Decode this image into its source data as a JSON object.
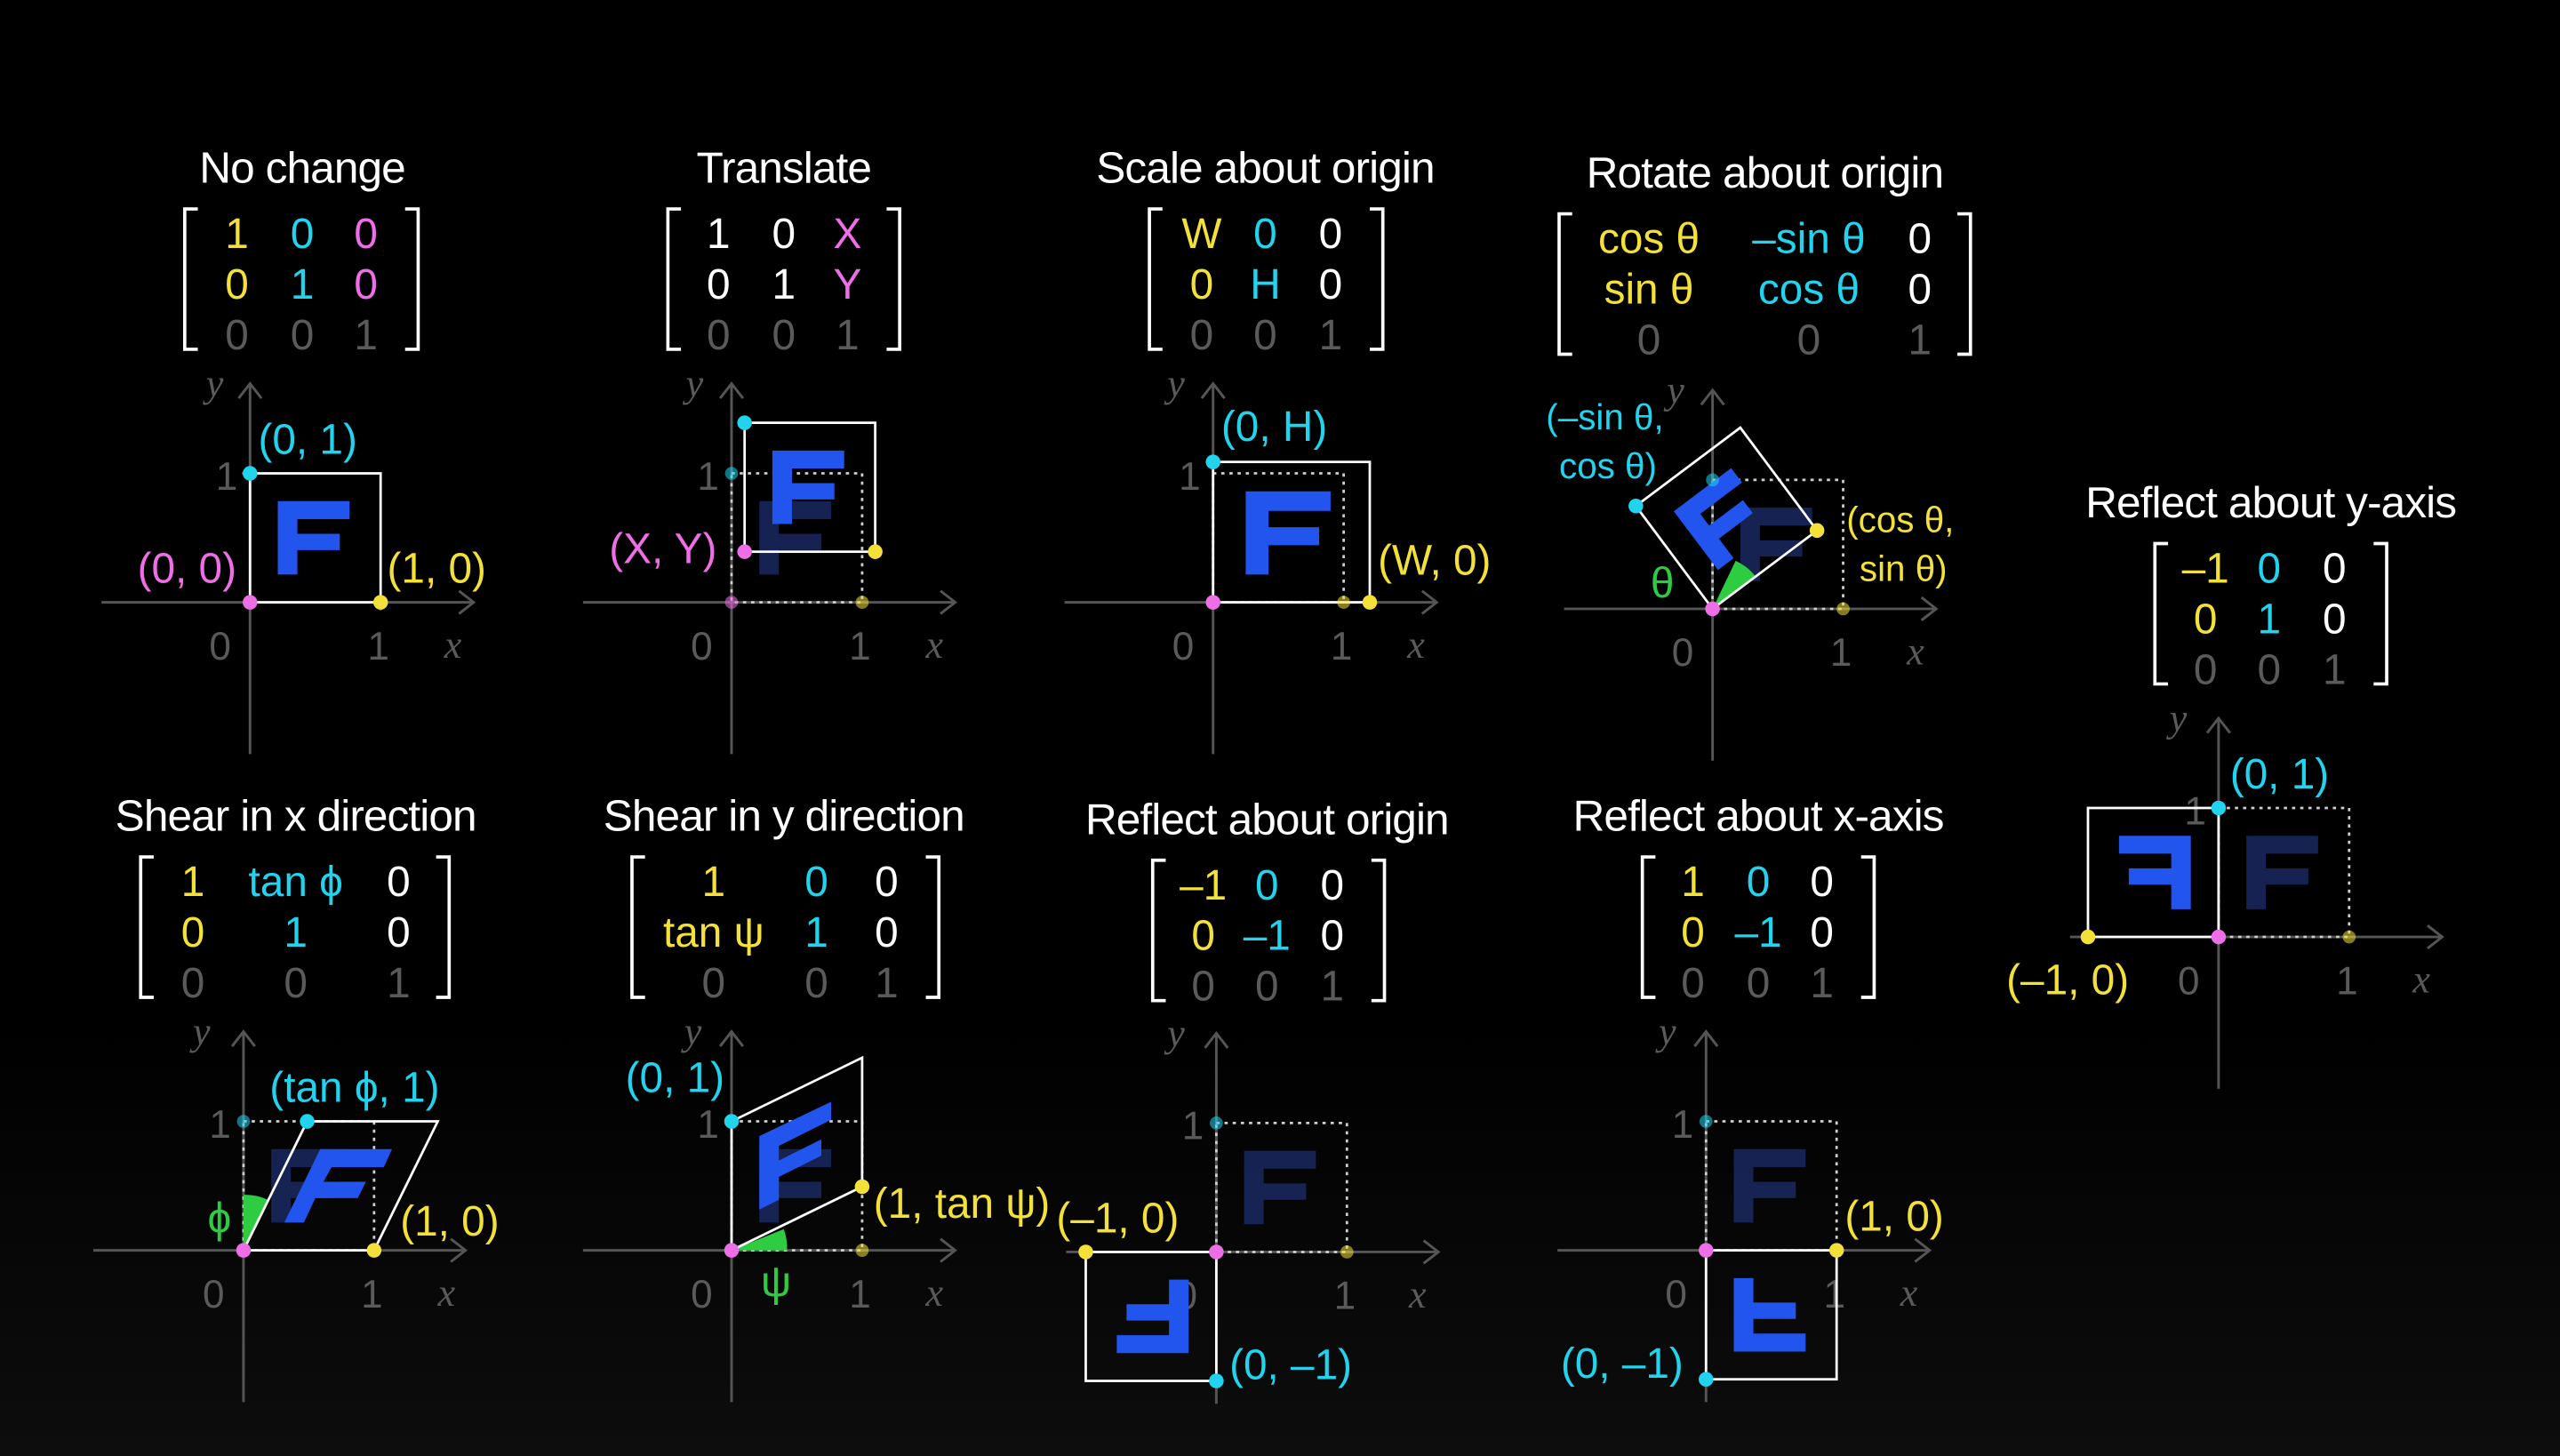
{
  "colors": {
    "background": "#000000",
    "text": "#ffffff",
    "yellow": "#f3e13a",
    "cyan": "#22d3ee",
    "magenta": "#ee6ee6",
    "green": "#2ecc40",
    "grey": "#5a5a5a",
    "blue": "#2255ee"
  },
  "panels": [
    {
      "title": "No change",
      "matrix": [
        [
          "1",
          "0",
          "0"
        ],
        [
          "0",
          "1",
          "0"
        ],
        [
          "0",
          "0",
          "1"
        ]
      ],
      "labels": [
        "(0, 1)",
        "(0, 0)",
        "(1, 0)"
      ],
      "tick_labels": [
        "1",
        "0",
        "1"
      ],
      "axis_labels": [
        "x",
        "y"
      ]
    },
    {
      "title": "Translate",
      "matrix": [
        [
          "1",
          "0",
          "X"
        ],
        [
          "0",
          "1",
          "Y"
        ],
        [
          "0",
          "0",
          "1"
        ]
      ],
      "labels": [
        "(X, Y)"
      ],
      "tick_labels": [
        "1",
        "0",
        "1"
      ],
      "axis_labels": [
        "x",
        "y"
      ]
    },
    {
      "title": "Scale about origin",
      "matrix": [
        [
          "W",
          "0",
          "0"
        ],
        [
          "0",
          "H",
          "0"
        ],
        [
          "0",
          "0",
          "1"
        ]
      ],
      "labels": [
        "(0, H)",
        "(W, 0)"
      ],
      "tick_labels": [
        "1",
        "0",
        "1"
      ],
      "axis_labels": [
        "x",
        "y"
      ]
    },
    {
      "title": "Rotate about origin",
      "matrix": [
        [
          "cos θ",
          "–sin θ",
          "0"
        ],
        [
          "sin θ",
          "cos θ",
          "0"
        ],
        [
          "0",
          "0",
          "1"
        ]
      ],
      "labels": [
        "(–sin θ,",
        "cos θ)",
        "(cos θ,",
        "sin θ)",
        "θ"
      ],
      "tick_labels": [
        "1",
        "0",
        "1"
      ],
      "axis_labels": [
        "x",
        "y"
      ]
    },
    {
      "title": "Reflect about y-axis",
      "matrix": [
        [
          "–1",
          "0",
          "0"
        ],
        [
          "0",
          "1",
          "0"
        ],
        [
          "0",
          "0",
          "1"
        ]
      ],
      "labels": [
        "(0, 1)",
        "(–1, 0)"
      ],
      "tick_labels": [
        "1",
        "0",
        "1"
      ],
      "axis_labels": [
        "x",
        "y"
      ]
    },
    {
      "title": "Shear in x direction",
      "matrix": [
        [
          "1",
          "tan ϕ",
          "0"
        ],
        [
          "0",
          "1",
          "0"
        ],
        [
          "0",
          "0",
          "1"
        ]
      ],
      "labels": [
        "(tan ϕ, 1)",
        "(1, 0)",
        "ϕ"
      ],
      "tick_labels": [
        "1",
        "0",
        "1"
      ],
      "axis_labels": [
        "x",
        "y"
      ]
    },
    {
      "title": "Shear in y direction",
      "matrix": [
        [
          "1",
          "0",
          "0"
        ],
        [
          "tan ψ",
          "1",
          "0"
        ],
        [
          "0",
          "0",
          "1"
        ]
      ],
      "labels": [
        "(0, 1)",
        "(1, tan ψ)",
        "ψ"
      ],
      "tick_labels": [
        "1",
        "0",
        "1"
      ],
      "axis_labels": [
        "x",
        "y"
      ]
    },
    {
      "title": "Reflect about origin",
      "matrix": [
        [
          "–1",
          "0",
          "0"
        ],
        [
          "0",
          "–1",
          "0"
        ],
        [
          "0",
          "0",
          "1"
        ]
      ],
      "labels": [
        "(–1, 0)",
        "(0, –1)"
      ],
      "tick_labels": [
        "1",
        "0",
        "1"
      ],
      "axis_labels": [
        "x",
        "y"
      ]
    },
    {
      "title": "Reflect about x-axis",
      "matrix": [
        [
          "1",
          "0",
          "0"
        ],
        [
          "0",
          "–1",
          "0"
        ],
        [
          "0",
          "0",
          "1"
        ]
      ],
      "labels": [
        "(1, 0)",
        "(0, –1)"
      ],
      "tick_labels": [
        "1",
        "0",
        "1"
      ],
      "axis_labels": [
        "x",
        "y"
      ]
    }
  ]
}
